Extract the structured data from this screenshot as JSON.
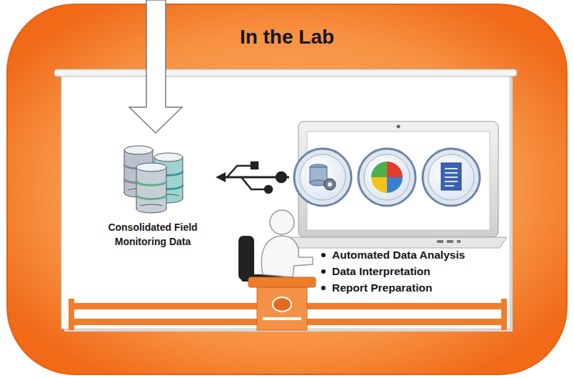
{
  "diagram": {
    "nodes": [
      {
        "text": [
          "In the Lab"
        ]
      },
      {
        "text": [
          "Consolidated Field Monitoring Data"
        ],
        "in": 0
      },
      {
        "text": [
          "Automated Data Analysis",
          "Data Interpretation",
          "Report Preparation"
        ],
        "in": 0
      }
    ],
    "edges": [
      {
        "from": 2,
        "to": 1,
        "arrow": "to"
      }
    ]
  }
}
